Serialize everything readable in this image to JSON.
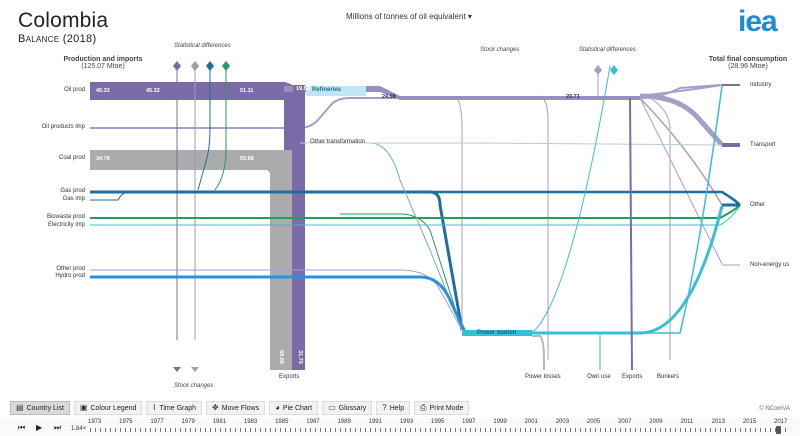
{
  "header": {
    "title": "Colombia",
    "subtitle": "Balance (2018)",
    "unit_selector": "Millions of tonnes of oil equivalent",
    "unit_arrow": "▾",
    "logo": "iea"
  },
  "left_header": {
    "title": "Production and imports",
    "total": "(125.07 Mtoe)"
  },
  "right_header": {
    "title": "Total final consumption",
    "total": "(28.96 Mtoe)"
  },
  "sources": {
    "oil_prod": "Oil prod",
    "oil_products_imp": "Oil products imp",
    "coal_prod": "Coal prod",
    "gas_prod": "Gas prod",
    "gas_imp": "Gas imp",
    "biowaste_prod": "Biowaste prod",
    "electricity_imp": "Electricity imp",
    "other_prod": "Other prod",
    "hydro_prod": "Hydro prod"
  },
  "sinks": {
    "industry": "Industry",
    "transport": "Transport",
    "other": "Other",
    "non_energy": "Non-energy us"
  },
  "nodes": {
    "refineries": "Refineries",
    "other_transformation": "Other transformation",
    "power_station": "Power station"
  },
  "annotations": {
    "stat_diff_left": "Statistical differences",
    "stat_diff_right": "Statistical differences",
    "stock_changes_top": "Stock changes",
    "stock_changes_bottom": "Stock changes"
  },
  "bottom_outputs": {
    "exports_left": "Exports",
    "power_losses": "Power losses",
    "own_use": "Own use",
    "exports_right": "Exports",
    "bunkers": "Bunkers"
  },
  "flow_values": {
    "oil_a": "45.32",
    "oil_b": "45.32",
    "oil_c": "51.11",
    "oil_refinery_in": "19.53",
    "oil_refinery_out": "24.08",
    "oil_transport": "23.71",
    "coal_a": "34.78",
    "coal_b": "59.88",
    "exports_coal": "59.88",
    "exports_oil": "31.76"
  },
  "colors": {
    "oil": "#7b6ba8",
    "oil_light": "#a89cc8",
    "coal": "#a9abad",
    "gas": "#1f6e9c",
    "biowaste": "#2a9a5c",
    "hydro": "#2c8fe0",
    "electricity": "#35c0d6",
    "refinery_node": "#bfe6f5",
    "logo": "#1c8bd8"
  },
  "toolbar": {
    "country_list": "Country List",
    "colour_legend": "Colour Legend",
    "time_graph": "Time Graph",
    "move_flows": "Move Flows",
    "pie_chart": "Pie Chart",
    "glossary": "Glossary",
    "help": "Help",
    "print_mode": "Print Mode",
    "credit": "© NComVA"
  },
  "timeline": {
    "speed": "1.84×",
    "years": [
      "1973",
      "1975",
      "1977",
      "1979",
      "1981",
      "1983",
      "1985",
      "1987",
      "1989",
      "1991",
      "1993",
      "1995",
      "1997",
      "1999",
      "2001",
      "2003",
      "2005",
      "2007",
      "2009",
      "2011",
      "2013",
      "2015",
      "2017"
    ]
  }
}
